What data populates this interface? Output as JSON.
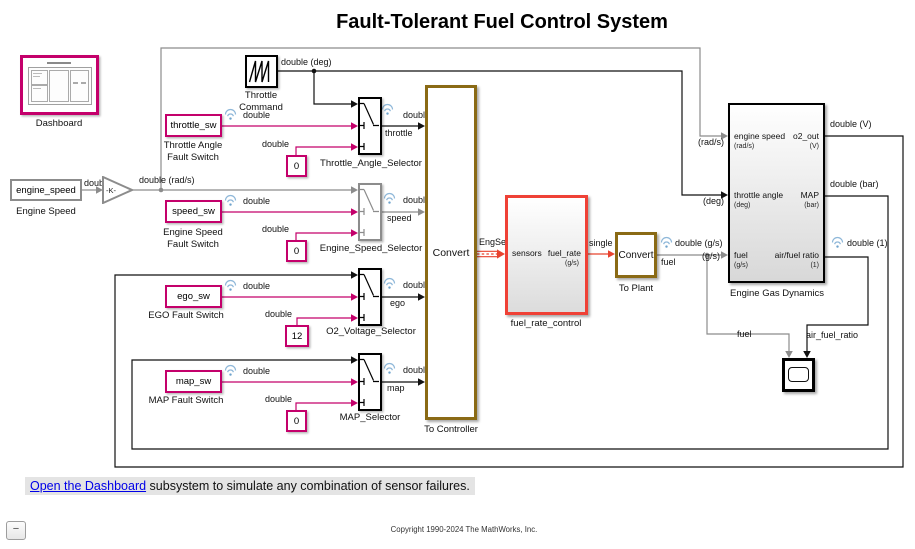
{
  "title": "Fault-Tolerant Fuel Control System",
  "annotation": {
    "link": "Open the Dashboard",
    "text": " subsystem to simulate any combination of sensor failures."
  },
  "footer": {
    "copyright": "Copyright 1990-2024  The MathWorks, Inc.",
    "collapse": "−"
  },
  "colors": {
    "magenta": "#c4006b",
    "olive": "#8a6a15",
    "red": "#ee4236",
    "gray": "#8c8c8c",
    "black": "#000000",
    "wifi_blue": "#8fb8d9",
    "link_blue": "#0000e8"
  },
  "icons": {
    "wifi": "signal-logging-wifi-icon",
    "sawtooth": "repeating-sequence-wave-icon",
    "scope_screen": "scope-display-icon",
    "collapse": "minus-icon",
    "dashboard_preview": "dashboard-preview-icon"
  },
  "blocks": {
    "dashboard": {
      "name": "Dashboard"
    },
    "throttle_command": {
      "name_line1": "Throttle",
      "name_line2": "Command"
    },
    "throttle_sw": {
      "text": "throttle_sw",
      "name_line1": "Throttle Angle",
      "name_line2": "Fault Switch"
    },
    "speed_sw": {
      "text": "speed_sw",
      "name_line1": "Engine Speed",
      "name_line2": "Fault Switch"
    },
    "ego_sw": {
      "text": "ego_sw",
      "name": "EGO Fault Switch"
    },
    "map_sw": {
      "text": "map_sw",
      "name": "MAP Fault Switch"
    },
    "engine_speed_src": {
      "text": "engine_speed",
      "name": "Engine Speed"
    },
    "gain": {
      "text": "-K-"
    },
    "const_throttle": {
      "value": "0"
    },
    "const_speed": {
      "value": "0"
    },
    "const_ego": {
      "value": "12"
    },
    "const_map": {
      "value": "0"
    },
    "throttle_selector": {
      "name": "Throttle_Angle_Selector"
    },
    "speed_selector": {
      "name": "Engine_Speed_Selector"
    },
    "o2_selector": {
      "name": "O2_Voltage_Selector"
    },
    "map_selector": {
      "name": "MAP_Selector"
    },
    "to_controller": {
      "text": "Convert",
      "name": "To Controller"
    },
    "fuel_rate_control": {
      "name": "fuel_rate_control",
      "in_port": "sensors",
      "out_port": "fuel_rate",
      "out_unit": "(g/s)"
    },
    "to_plant": {
      "text": "Convert",
      "name": "To Plant"
    },
    "engine_gas_dynamics": {
      "name": "Engine Gas Dynamics",
      "inputs": [
        {
          "name": "engine speed",
          "unit": "(rad/s)"
        },
        {
          "name": "throttle angle",
          "unit": "(deg)"
        },
        {
          "name": "fuel",
          "unit": "(g/s)"
        }
      ],
      "outputs": [
        {
          "name": "o2_out",
          "unit": "(V)"
        },
        {
          "name": "MAP",
          "unit": "(bar)"
        },
        {
          "name": "air/fuel ratio",
          "unit": "(1)"
        }
      ]
    },
    "scope": {
      "name": ""
    }
  },
  "signal_labels": [
    "double (deg)",
    "double",
    "double",
    "throttle",
    "double",
    "double",
    "double (rad/s)",
    "double",
    "double",
    "speed",
    "double (rad/s)",
    "double",
    "double",
    "ego",
    "double (V)",
    "double",
    "double",
    "map",
    "double (bar)",
    "EngSensors",
    "single (g/s)",
    "fuel",
    "double (g/s)",
    "(g/s)",
    "(rad/s)",
    "(deg)",
    "double (V)",
    "double (bar)",
    "double (1)",
    "fuel",
    "air_fuel_ratio"
  ]
}
